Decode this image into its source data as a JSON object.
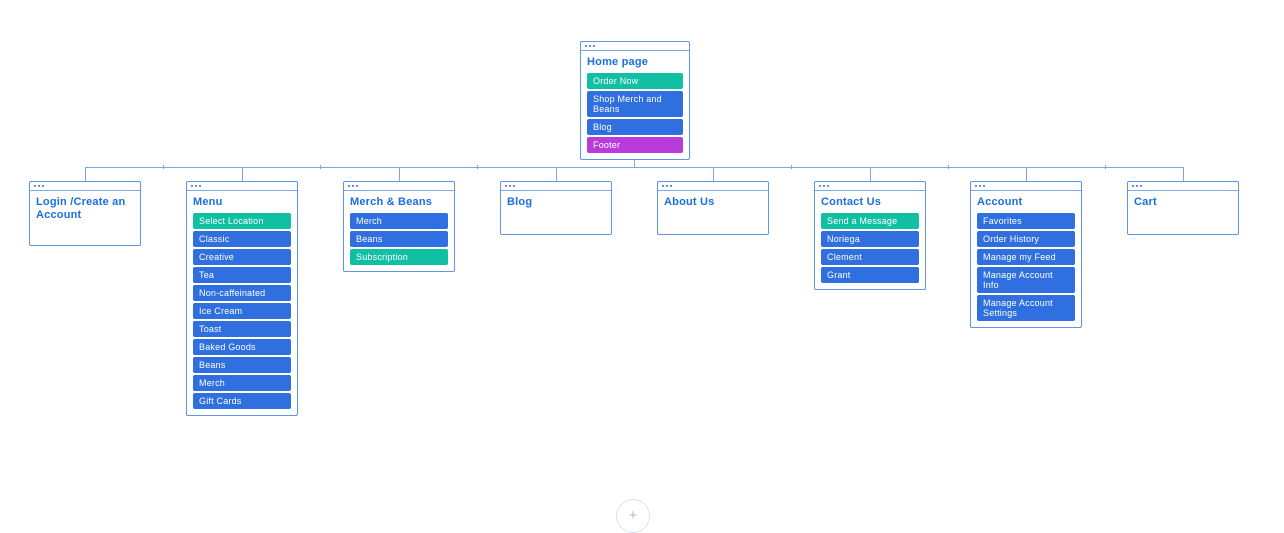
{
  "colors": {
    "card_border": "#5e96e8",
    "title_text": "#1b6ee4",
    "item_blue": "#2f6fdf",
    "item_teal": "#11bfa3",
    "item_purple": "#b83cdb",
    "connector": "#7aa6ea",
    "item_text": "#ffffff"
  },
  "root": {
    "title": "Home page",
    "items": [
      {
        "label": "Order Now",
        "color": "teal"
      },
      {
        "label": "Shop Merch and Beans",
        "color": "blue"
      },
      {
        "label": "Blog",
        "color": "blue"
      },
      {
        "label": "Footer",
        "color": "purple"
      }
    ]
  },
  "children": [
    {
      "title": "Login /Create an Account",
      "items": []
    },
    {
      "title": "Menu",
      "items": [
        {
          "label": "Select Location",
          "color": "teal"
        },
        {
          "label": "Classic",
          "color": "blue"
        },
        {
          "label": "Creative",
          "color": "blue"
        },
        {
          "label": "Tea",
          "color": "blue"
        },
        {
          "label": "Non-caffeinated",
          "color": "blue"
        },
        {
          "label": "Ice Cream",
          "color": "blue"
        },
        {
          "label": "Toast",
          "color": "blue"
        },
        {
          "label": "Baked Goods",
          "color": "blue"
        },
        {
          "label": "Beans",
          "color": "blue"
        },
        {
          "label": "Merch",
          "color": "blue"
        },
        {
          "label": "Gift Cards",
          "color": "blue"
        }
      ]
    },
    {
      "title": "Merch & Beans",
      "items": [
        {
          "label": "Merch",
          "color": "blue"
        },
        {
          "label": "Beans",
          "color": "blue"
        },
        {
          "label": "Subscription",
          "color": "teal"
        }
      ]
    },
    {
      "title": "Blog",
      "items": []
    },
    {
      "title": "About Us",
      "items": []
    },
    {
      "title": "Contact Us",
      "items": [
        {
          "label": "Send a Message",
          "color": "teal"
        },
        {
          "label": "Noriega",
          "color": "blue"
        },
        {
          "label": "Clement",
          "color": "blue"
        },
        {
          "label": "Grant",
          "color": "blue"
        }
      ]
    },
    {
      "title": "Account",
      "items": [
        {
          "label": "Favorites",
          "color": "blue"
        },
        {
          "label": "Order History",
          "color": "blue"
        },
        {
          "label": "Manage my Feed",
          "color": "blue"
        },
        {
          "label": "Manage Account Info",
          "color": "blue"
        },
        {
          "label": "Manage Account Settings",
          "color": "blue"
        }
      ]
    },
    {
      "title": "Cart",
      "items": []
    }
  ],
  "add_button": {
    "label": "+"
  }
}
